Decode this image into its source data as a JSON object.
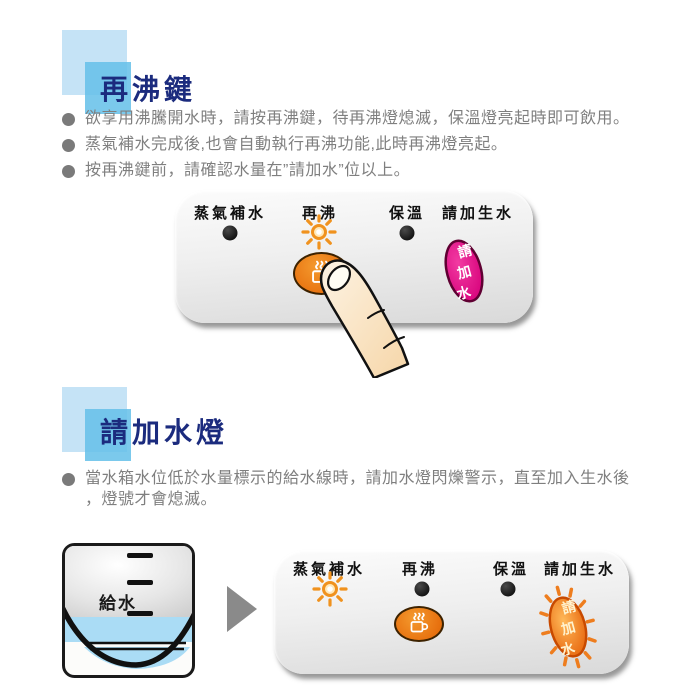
{
  "colors": {
    "title_navy": "#1b2b7e",
    "square_light_blue": "#c5e3f6",
    "square_mid_blue": "#64bfe9",
    "body_text_gray": "#7f7f7f",
    "panel_label_black": "#111111",
    "led_orange": "#f0921e",
    "reboil_button_orange": "#e87210",
    "add_water_button_magenta": "#e0007d",
    "add_water_button_flashing_orange": "#ea6a0e",
    "water_blue": "#aadcf5",
    "arrow_gray": "#8a8a8a"
  },
  "section_reboil": {
    "title": "再沸鍵",
    "bullets": [
      "欲享用沸騰開水時，請按再沸鍵，待再沸燈熄滅，保溫燈亮起時即可飲用。",
      "蒸氣補水完成後,也會自動執行再沸功能,此時再沸燈亮起。",
      "按再沸鍵前，請確認水量在”請加水”位以上。"
    ],
    "panel": {
      "labels": [
        "蒸氣補水",
        "再沸",
        "保溫",
        "請加生水"
      ],
      "lit_indicator": "再沸",
      "add_water_button_chars": [
        "請",
        "加",
        "水"
      ]
    }
  },
  "section_add_water": {
    "title": "請加水燈",
    "bullet_lines": [
      "當水箱水位低於水量標示的給水線時，請加水燈閃爍警示，直至加入生水後",
      "，燈號才會熄滅。"
    ],
    "tank_label": "給水",
    "panel": {
      "labels": [
        "蒸氣補水",
        "再沸",
        "保溫",
        "請加生水"
      ],
      "lit_indicators": "蒸氣補水, 請加水",
      "add_water_button_chars": [
        "請",
        "加",
        "水"
      ]
    }
  }
}
